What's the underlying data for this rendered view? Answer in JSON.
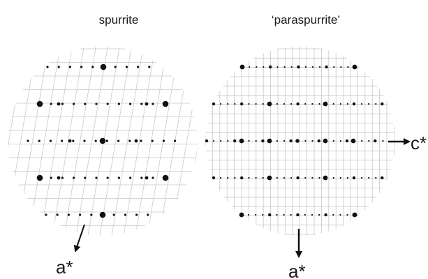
{
  "panels": [
    {
      "id": "spurrite",
      "title": "spurrite",
      "axis_labels": [
        "a*"
      ]
    },
    {
      "id": "paraspurrite",
      "title": "‘paraspurrite’",
      "axis_labels": [
        "a*",
        "c*"
      ]
    }
  ],
  "colors": {
    "background": "#ffffff",
    "grid": "#c8c8c8",
    "spot": "#111111",
    "text": "#1a1a1a"
  }
}
